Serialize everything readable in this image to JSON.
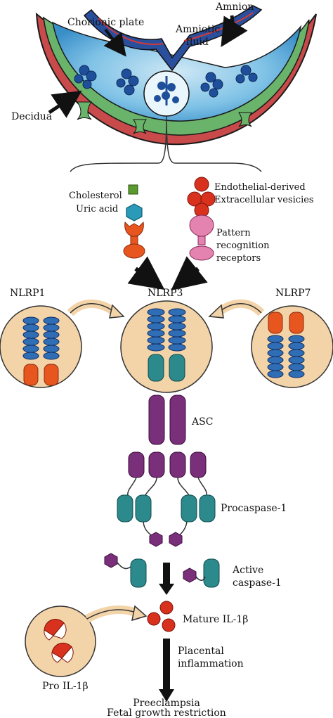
{
  "placenta": {
    "amnion": "Amnion",
    "chorionic_plate": "Chorionic plate",
    "amniotic_fluid_1": "Amniotic",
    "amniotic_fluid_2": "fluid",
    "decidua": "Decidua"
  },
  "triggers": {
    "cholesterol": "Cholesterol",
    "uric_acid": "Uric acid",
    "ev_1": "Endothelial-derived",
    "ev_2": "Extracellular vesicies",
    "prr_1": "Pattern",
    "prr_2": "recognition",
    "prr_3": "receptors"
  },
  "inflammasomes": {
    "nlrp1": "NLRP1",
    "nlrp3": "NLRP3",
    "nlrp7": "NLRP7"
  },
  "cascade": {
    "asc": "ASC",
    "procaspase": "Procaspase-1",
    "active_1": "Active",
    "active_2": "caspase-1",
    "mature_il1b": "Mature IL-1β",
    "pro_il1b": "Pro IL-1β",
    "placental_1": "Placental",
    "placental_2": "inflammation"
  },
  "outcomes": {
    "line1": "Preeclampsia",
    "line2": "Fetal growth restriction"
  },
  "colors": {
    "blue_domain": "#2f6db5",
    "orange_domain": "#e8561f",
    "teal_domain": "#2c8a8c",
    "purple_domain": "#7a2f7a",
    "circle_fill": "#f3d3a8",
    "red_particle": "#d8321e",
    "green_cube": "#5a9a2e",
    "pink_receptor": "#e483b0"
  }
}
